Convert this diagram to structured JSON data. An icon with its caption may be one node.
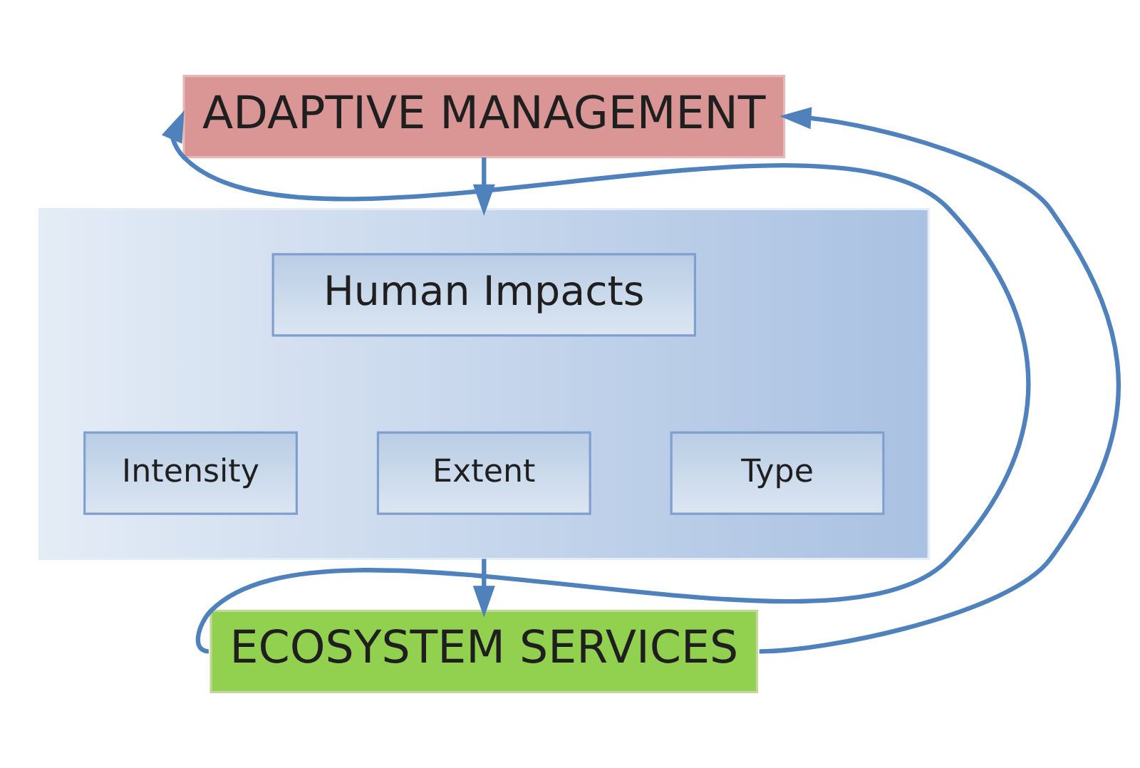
{
  "diagram": {
    "nodes": [
      {
        "text": [
          "ADAPTIVE MANAGEMENT"
        ]
      },
      {
        "text": [],
        "shape": "box"
      },
      {
        "text": [
          "Human Impacts"
        ],
        "in": 1
      },
      {
        "text": [
          "Intensity"
        ],
        "in": 1
      },
      {
        "text": [
          "Extent"
        ],
        "in": 1
      },
      {
        "text": [
          "Type"
        ],
        "in": 1
      },
      {
        "text": [
          "ECOSYSTEM SERVICES"
        ]
      }
    ],
    "edges": [
      {
        "from": 0,
        "to": 1,
        "arrow": "to"
      },
      {
        "from": 1,
        "to": 6,
        "arrow": "to"
      },
      {
        "from": 6,
        "to": 0,
        "arrow": "to"
      },
      {
        "from": 6,
        "to": 0,
        "arrow": "to"
      }
    ]
  }
}
